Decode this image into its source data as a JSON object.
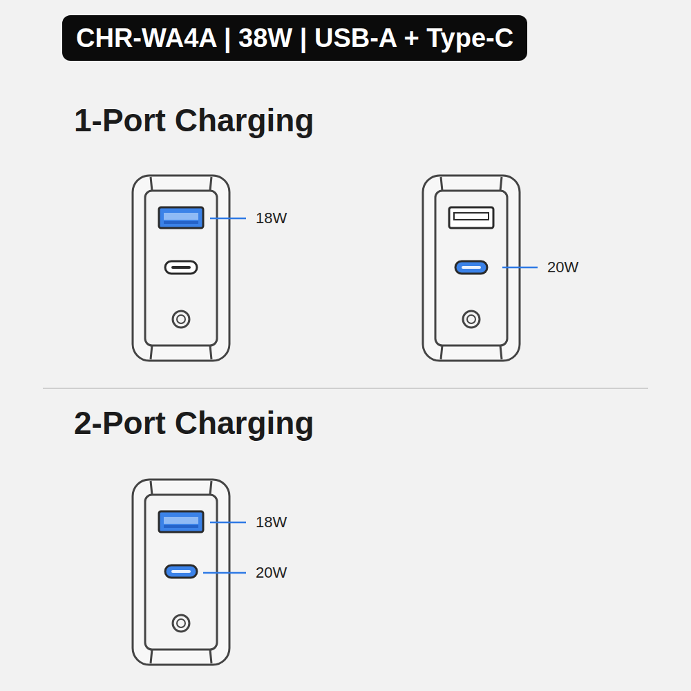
{
  "diagram": {
    "title": "CHR-WA4A | 38W | USB-A + Type-C",
    "labels": [
      "1-Port Charging",
      "18W",
      "20W",
      "2-Port Charging",
      "18W",
      "20W"
    ]
  }
}
